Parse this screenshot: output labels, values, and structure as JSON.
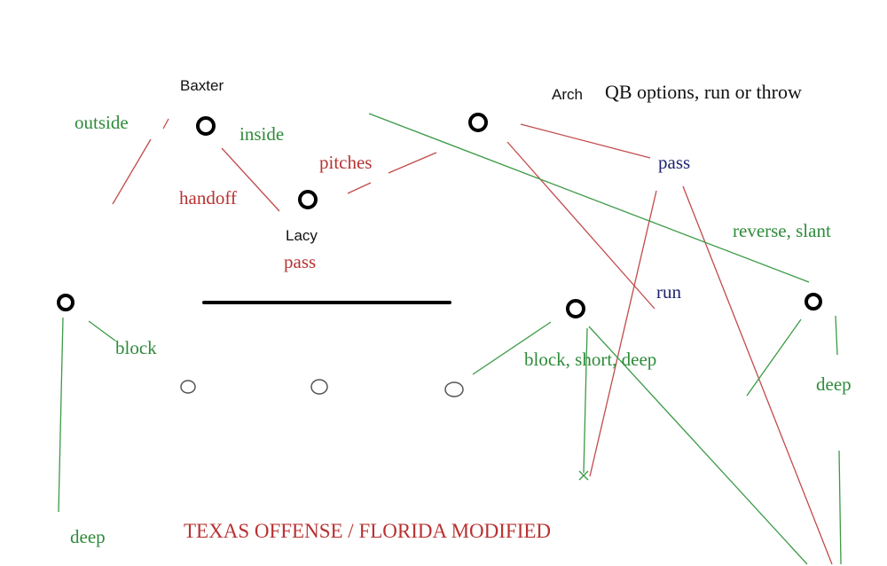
{
  "colors": {
    "green": "#2e8b3a",
    "red": "#b83232",
    "navy": "#1c2470",
    "black": "#000000",
    "line_green": "#3c9a46",
    "line_red": "#c24a4a",
    "receiver_gray": "#555555"
  },
  "names": {
    "baxter": "Baxter",
    "arch": "Arch",
    "lacy": "Lacy"
  },
  "header": {
    "qb_options": "QB options, run or throw"
  },
  "labels": {
    "outside": "outside",
    "inside": "inside",
    "pitches": "pitches",
    "handoff": "handoff",
    "pass_lacy": "pass",
    "pass_arch": "pass",
    "reverse_slant": "reverse, slant",
    "run": "run",
    "block": "block",
    "block_short_deep": "block, short, deep",
    "deep_right": "deep",
    "deep_left": "deep"
  },
  "footer": {
    "title": "TEXAS OFFENSE / FLORIDA MODIFIED"
  }
}
